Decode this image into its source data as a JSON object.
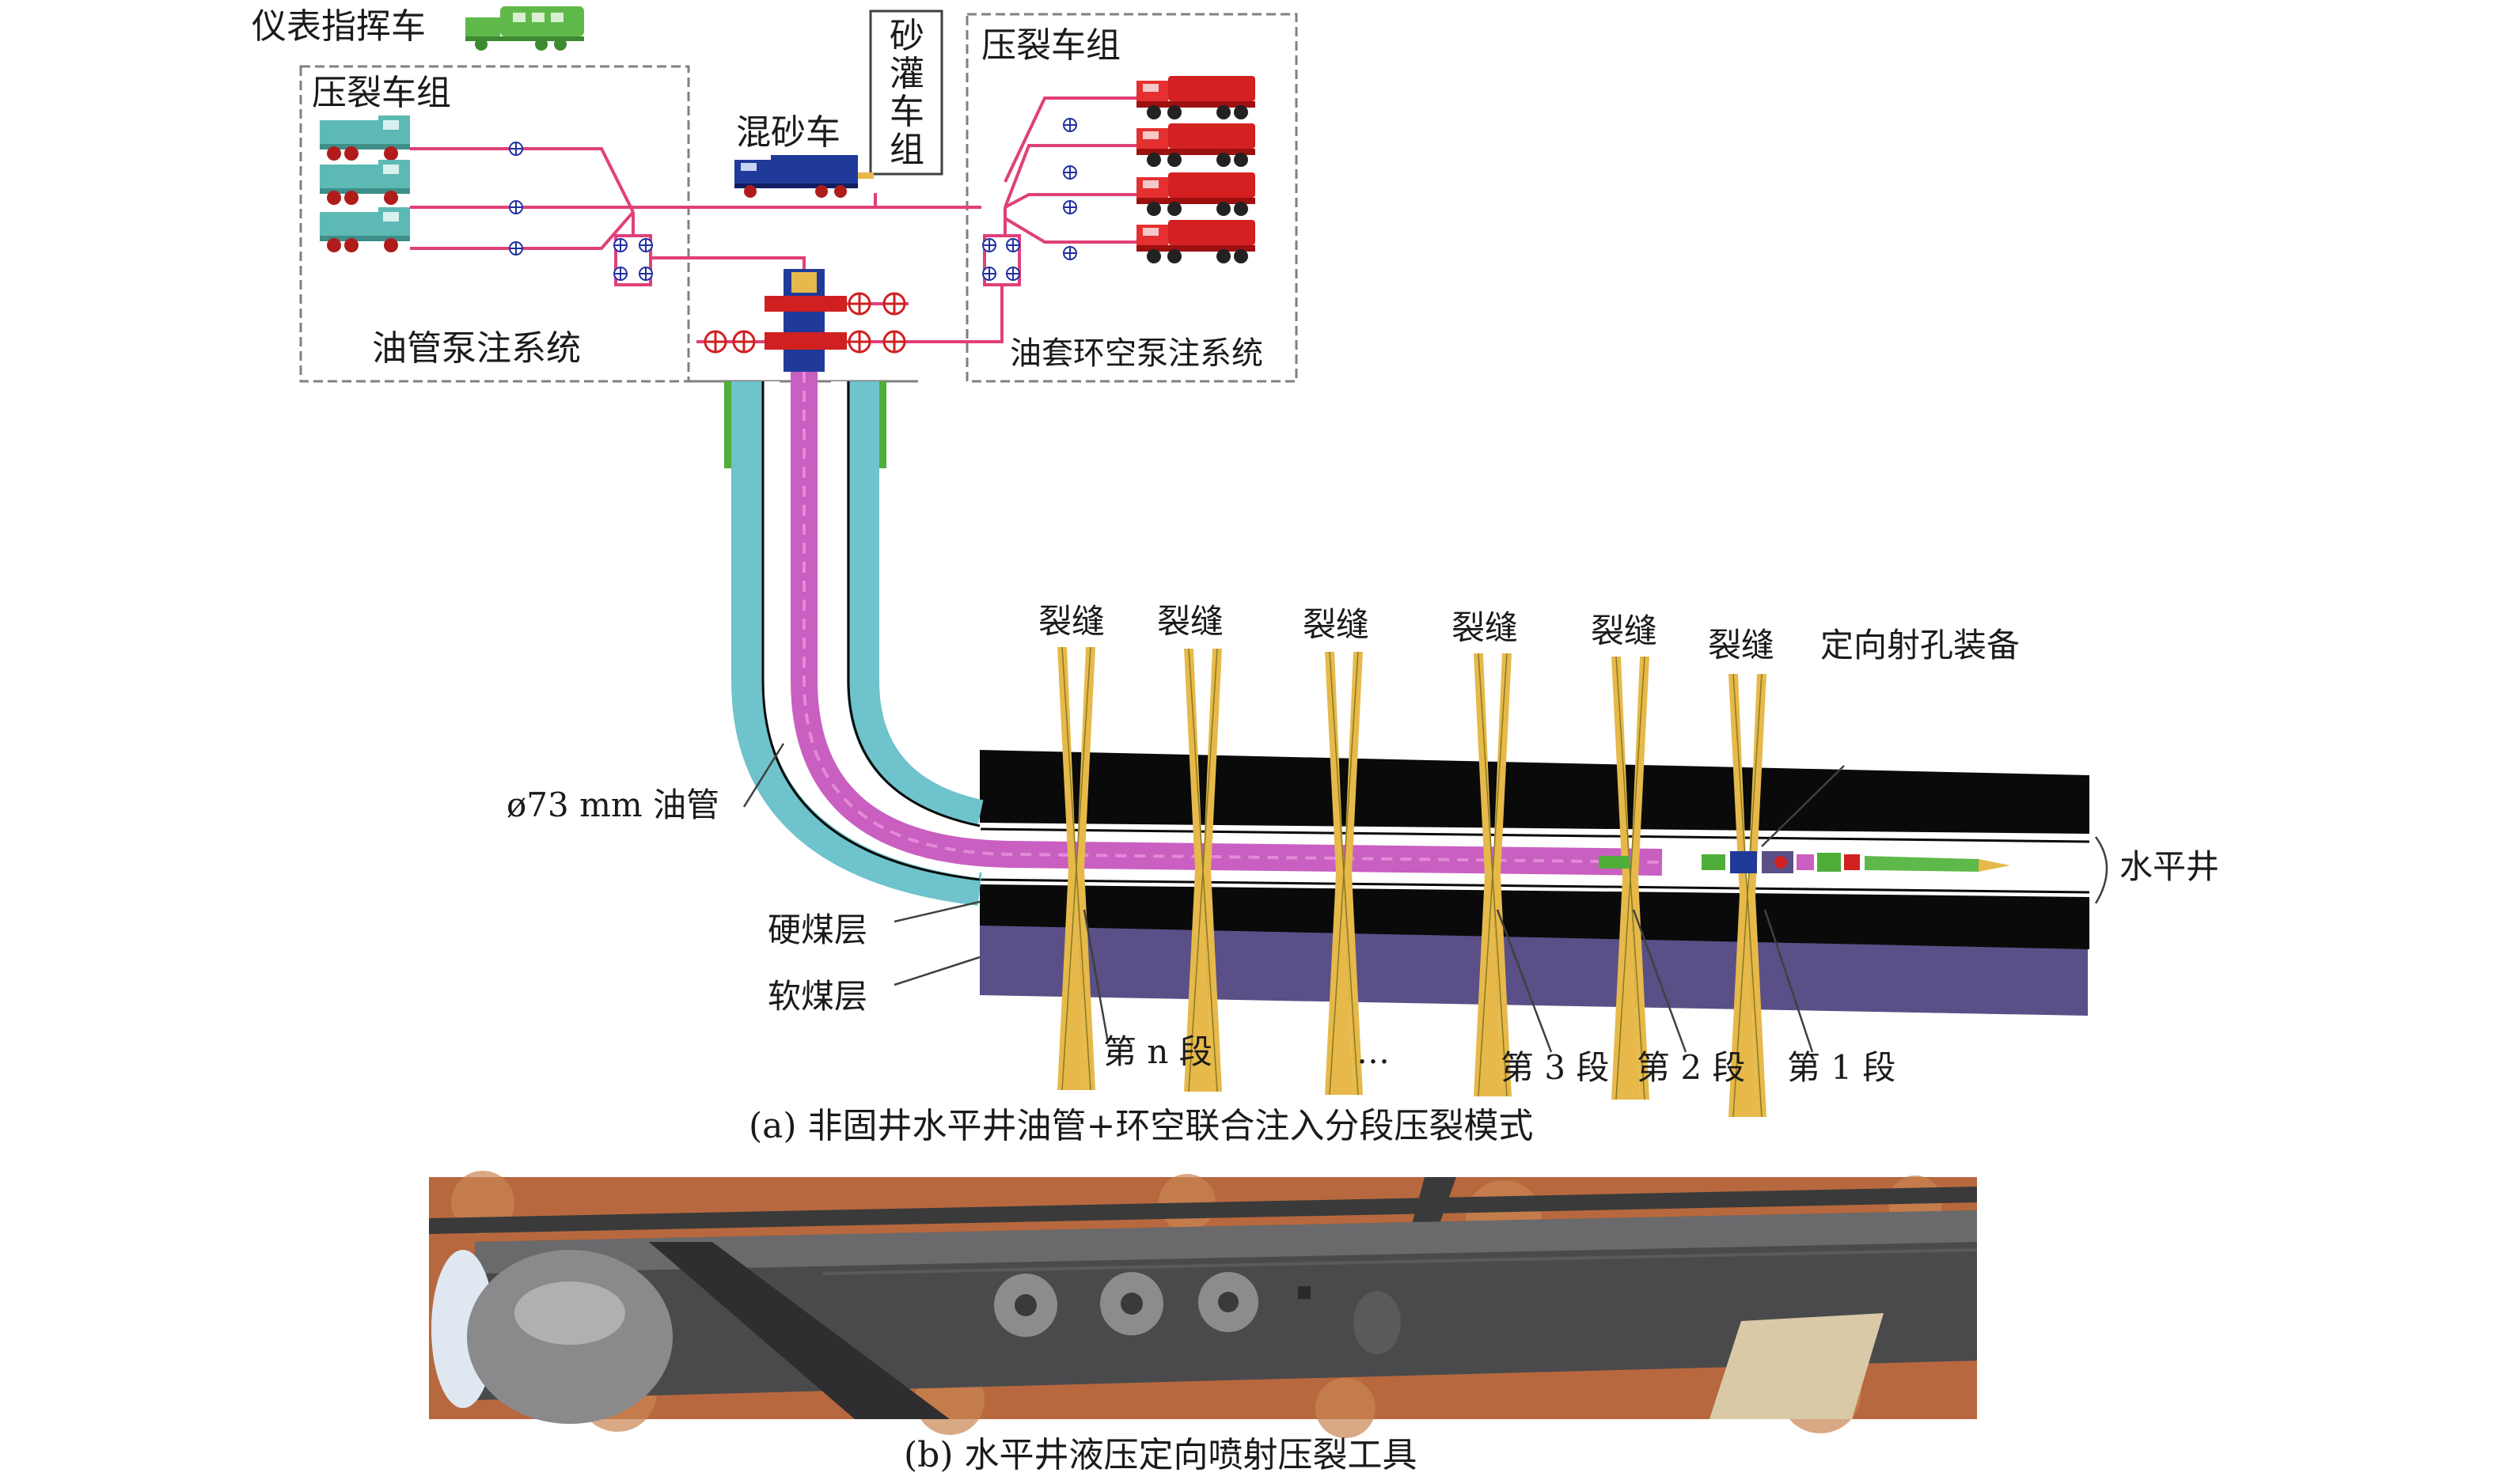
{
  "surface": {
    "command_truck": "仪表指挥车",
    "frac_group_left": "压裂车组",
    "frac_group_right": "压裂车组",
    "sand_tank_group": [
      "砂",
      "灌",
      "车",
      "组"
    ],
    "blender_truck": "混砂车",
    "tubing_system": "油管泵注系统",
    "annulus_system": "油套环空泵注系统"
  },
  "well": {
    "fracture_labels": [
      "裂缝",
      "裂缝",
      "裂缝",
      "裂缝",
      "裂缝",
      "裂缝"
    ],
    "tool_label": "定向射孔装备",
    "horizontal_well": "水平井",
    "tubing_label": "ø73 mm 油管",
    "hard_coal": "硬煤层",
    "soft_coal": "软煤层",
    "stage_n": "第 n 段",
    "ellipsis": "…",
    "stage_3": "第 3 段",
    "stage_2": "第 2 段",
    "stage_1": "第 1 段"
  },
  "captions": {
    "a": "(a) 非固井水平井油管+环空联合注入分段压裂模式",
    "b": "(b) 水平井液压定向喷射压裂工具"
  },
  "colors": {
    "pipe_line": "#e0407a",
    "tubing": "#c95fc0",
    "casing": "#6ec3cc",
    "coal_hard": "#0a0a0a",
    "coal_soft": "#5a4f86",
    "fracture": "#e6b94a",
    "frac_truck_left": "#5db9b3",
    "frac_truck_right": "#d42020",
    "command_truck": "#5fb94a",
    "blender_truck": "#203a9a"
  }
}
